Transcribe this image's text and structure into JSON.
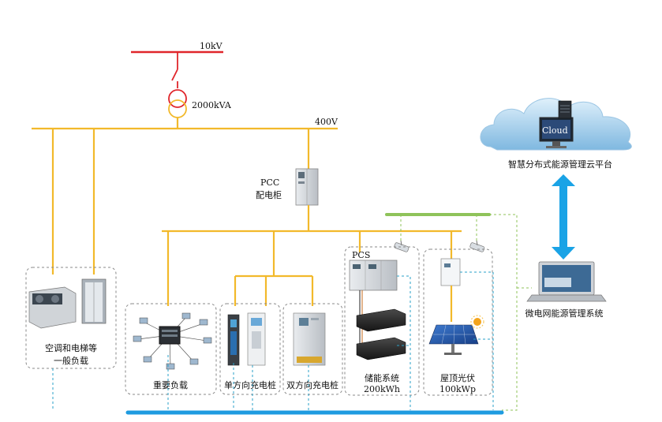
{
  "labels": {
    "hv_voltage": "10kV",
    "transformer_rating": "2000kVA",
    "lv_voltage": "400V",
    "pcc_title": "PCC",
    "pcc_subtitle": "配电柜",
    "cloud_text": "Cloud",
    "cloud_platform": "智慧分布式能源管理云平台",
    "microgrid_system": "微电网能源管理系统",
    "pcs": "PCS",
    "general_load_line1": "空调和电梯等",
    "general_load_line2": "一般负载",
    "important_load": "重要负载",
    "unidirectional_charger": "单方向充电桩",
    "bidirectional_charger": "双方向充电桩",
    "storage_line1": "储能系统",
    "storage_line2": "200kWh",
    "pv_line1": "屋顶光伏",
    "pv_line2": "100kWp"
  },
  "colors": {
    "hv_line": "#e0262b",
    "lv_bus": "#f2b92b",
    "comm_bus": "#1e9be0",
    "green_bus": "#8fc35a",
    "arrow": "#1aa3e6",
    "dashed_comm": "#2aa0c8"
  }
}
